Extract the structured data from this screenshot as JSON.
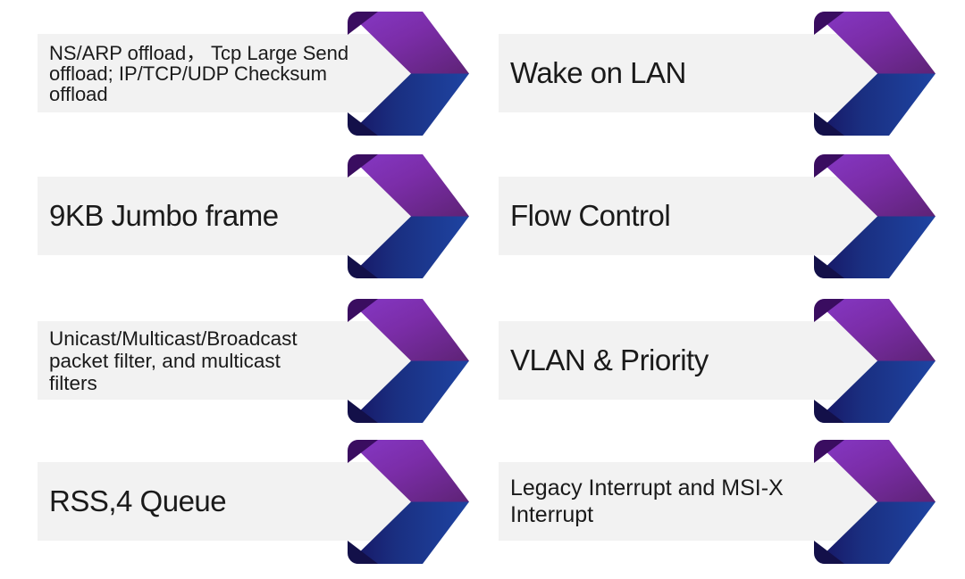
{
  "slide": {
    "background": "#ffffff",
    "bar_color": "#f2f2f2",
    "text_color": "#1a1a1a",
    "arrow_icon": "chevron-ribbon-arrow",
    "arrow_colors": {
      "purple_light": "#8638c6",
      "purple_mid": "#7b2da8",
      "purple_dark": "#5e2376",
      "purple_fold": "#3a0d60",
      "blue_dark": "#171361",
      "blue_mid": "#1a2f81",
      "blue_light": "#1e44a2",
      "blue_fold": "#131049"
    }
  },
  "features": [
    {
      "label": "NS/ARP offload， Tcp Large Send offload; IP/TCP/UDP Checksum offload"
    },
    {
      "label": "Wake on LAN"
    },
    {
      "label": "9KB Jumbo frame"
    },
    {
      "label": "Flow Control"
    },
    {
      "label": "Unicast/Multicast/Broadcast packet filter, and multicast filters"
    },
    {
      "label": "VLAN & Priority"
    },
    {
      "label": "RSS,4 Queue"
    },
    {
      "label": "Legacy Interrupt and MSI-X Interrupt"
    }
  ]
}
